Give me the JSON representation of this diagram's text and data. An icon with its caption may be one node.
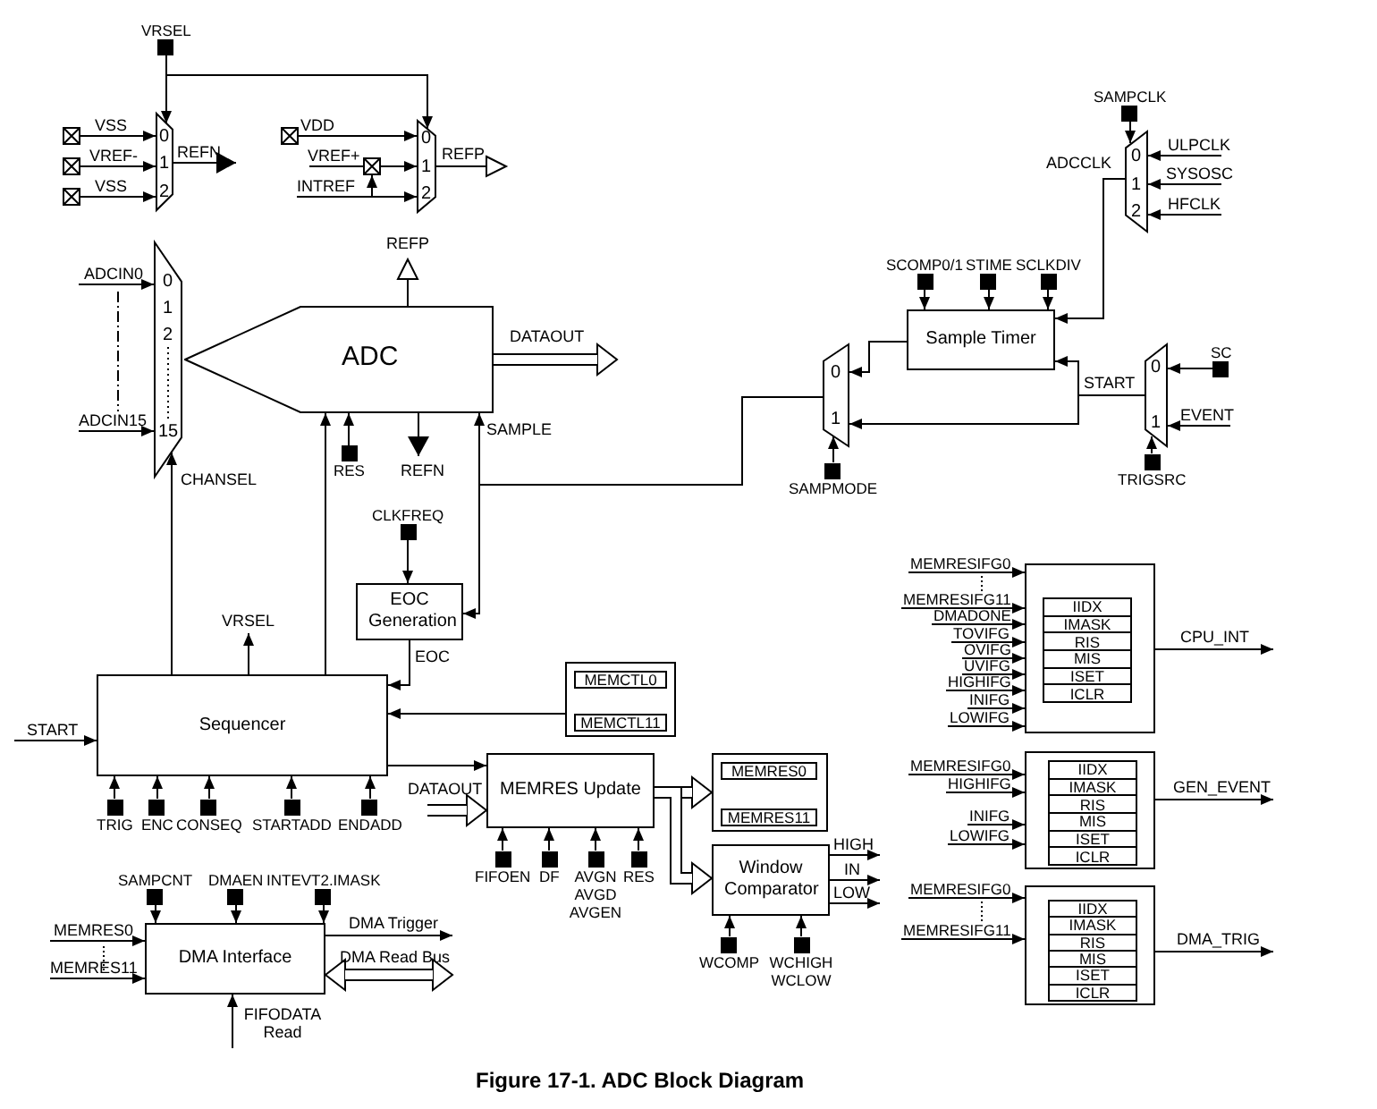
{
  "diagram": {
    "caption": "Figure 17-1. ADC Block Diagram",
    "nodes": [
      {
        "text": [
          "VRSEL"
        ]
      },
      {
        "text": [
          "0",
          "1",
          "2"
        ]
      },
      {
        "text": [],
        "shape": "box"
      },
      {
        "text": [],
        "shape": "box"
      },
      {
        "text": [],
        "shape": "box"
      },
      {
        "text": [
          "0",
          "1",
          "2"
        ]
      },
      {
        "text": [],
        "shape": "box"
      },
      {
        "text": [],
        "shape": "box"
      },
      {
        "text": [
          "0",
          "1",
          "2",
          "15"
        ]
      },
      {
        "text": [
          "ADC"
        ]
      },
      {
        "text": [
          "RES"
        ]
      },
      {
        "text": [
          "SAMPCLK"
        ]
      },
      {
        "text": [
          "0",
          "1",
          "2"
        ]
      },
      {
        "text": [
          "Sample Timer"
        ]
      },
      {
        "text": [
          "SCOMP0/1"
        ]
      },
      {
        "text": [
          "STIME"
        ]
      },
      {
        "text": [
          "SCLKDIV"
        ]
      },
      {
        "text": [
          "0",
          "1"
        ]
      },
      {
        "text": [
          "SAMPMODE"
        ]
      },
      {
        "text": [
          "0",
          "1"
        ]
      },
      {
        "text": [
          "SC"
        ]
      },
      {
        "text": [
          "TRIGSRC"
        ]
      },
      {
        "text": [
          "CLKFREQ"
        ]
      },
      {
        "text": [
          "EOC Generation"
        ]
      },
      {
        "text": [
          "Sequencer"
        ]
      },
      {
        "text": [
          "TRIG"
        ]
      },
      {
        "text": [
          "ENC"
        ]
      },
      {
        "text": [
          "CONSEQ"
        ]
      },
      {
        "text": [
          "STARTADD"
        ]
      },
      {
        "text": [
          "ENDADD"
        ]
      },
      {
        "text": [],
        "shape": "box"
      },
      {
        "text": [
          "MEMCTL0"
        ],
        "in": 30
      },
      {
        "text": [
          "MEMCTL11"
        ],
        "in": 30
      },
      {
        "text": [
          "MEMRES Update"
        ]
      },
      {
        "text": [
          "FIFOEN"
        ]
      },
      {
        "text": [
          "DF"
        ]
      },
      {
        "text": [
          "AVGN AVGD AVGEN"
        ]
      },
      {
        "text": [
          "RES"
        ]
      },
      {
        "text": [],
        "shape": "box"
      },
      {
        "text": [
          "MEMRES0"
        ],
        "in": 38
      },
      {
        "text": [
          "MEMRES11"
        ],
        "in": 38
      },
      {
        "text": [
          "Window Comparator"
        ]
      },
      {
        "text": [
          "WCOMP"
        ]
      },
      {
        "text": [
          "WCHIGH WCLOW"
        ]
      },
      {
        "text": [
          "DMA Interface"
        ]
      },
      {
        "text": [
          "SAMPCNT"
        ]
      },
      {
        "text": [
          "DMAEN"
        ]
      },
      {
        "text": [
          "INTEVT2.IMASK"
        ]
      },
      {
        "text": [],
        "shape": "box"
      },
      {
        "text": [
          "IIDX"
        ],
        "in": 48
      },
      {
        "text": [
          "IMASK"
        ],
        "in": 48
      },
      {
        "text": [
          "RIS"
        ],
        "in": 48
      },
      {
        "text": [
          "MIS"
        ],
        "in": 48
      },
      {
        "text": [
          "ISET"
        ],
        "in": 48
      },
      {
        "text": [
          "ICLR"
        ],
        "in": 48
      },
      {
        "text": [],
        "shape": "box"
      },
      {
        "text": [
          "IIDX"
        ],
        "in": 55
      },
      {
        "text": [
          "IMASK"
        ],
        "in": 55
      },
      {
        "text": [
          "RIS"
        ],
        "in": 55
      },
      {
        "text": [
          "MIS"
        ],
        "in": 55
      },
      {
        "text": [
          "ISET"
        ],
        "in": 55
      },
      {
        "text": [
          "ICLR"
        ],
        "in": 55
      },
      {
        "text": [],
        "shape": "box"
      },
      {
        "text": [
          "IIDX"
        ],
        "in": 62
      },
      {
        "text": [
          "IMASK"
        ],
        "in": 62
      },
      {
        "text": [
          "RIS"
        ],
        "in": 62
      },
      {
        "text": [
          "MIS"
        ],
        "in": 62
      },
      {
        "text": [
          "ISET"
        ],
        "in": 62
      },
      {
        "text": [
          "ICLR"
        ],
        "in": 62
      }
    ],
    "edges": [
      {
        "from": 0,
        "to": 1,
        "arrow": "to"
      },
      {
        "from": 0,
        "to": 5,
        "arrow": "to"
      },
      {
        "from": 2,
        "to": 1,
        "arrow": "to",
        "label": "VSS"
      },
      {
        "from": 3,
        "to": 1,
        "arrow": "to",
        "label": "VREF-"
      },
      {
        "from": 4,
        "to": 1,
        "arrow": "to",
        "label": "VSS"
      },
      {
        "from": 1,
        "to": null,
        "arrow": "to",
        "label": "REFN"
      },
      {
        "from": 6,
        "to": 5,
        "arrow": "to",
        "label": "VDD"
      },
      {
        "from": null,
        "to": 7,
        "arrow": "none",
        "label": "VREF+"
      },
      {
        "from": 7,
        "to": 5,
        "arrow": "to"
      },
      {
        "from": null,
        "to": 5,
        "arrow": "to",
        "label": "INTREF"
      },
      {
        "from": null,
        "to": 7,
        "arrow": "to"
      },
      {
        "from": 5,
        "to": null,
        "arrow": "to",
        "label": "REFP"
      },
      {
        "from": null,
        "to": 8,
        "arrow": "to",
        "label": "ADCIN0"
      },
      {
        "from": null,
        "to": 8,
        "arrow": "to",
        "label": "ADCIN15"
      },
      {
        "from": 24,
        "to": 8,
        "arrow": "to",
        "label": "CHANSEL"
      },
      {
        "from": 24,
        "to": 9,
        "arrow": "to"
      },
      {
        "from": 10,
        "to": 9,
        "arrow": "to"
      },
      {
        "from": 9,
        "to": null,
        "arrow": "to",
        "label": "REFN"
      },
      {
        "from": 9,
        "to": null,
        "arrow": "to",
        "label": "REFP"
      },
      {
        "from": 9,
        "to": null,
        "arrow": "to",
        "label": "DATAOUT",
        "style": "thick"
      },
      {
        "from": 17,
        "to": 9,
        "arrow": "to",
        "label": "SAMPLE"
      },
      {
        "from": 17,
        "to": 23,
        "arrow": "to"
      },
      {
        "from": 11,
        "to": 12,
        "arrow": "to"
      },
      {
        "from": null,
        "to": 12,
        "arrow": "to",
        "label": "ULPCLK"
      },
      {
        "from": null,
        "to": 12,
        "arrow": "to",
        "label": "SYSOSC"
      },
      {
        "from": null,
        "to": 12,
        "arrow": "to",
        "label": "HFCLK"
      },
      {
        "from": 12,
        "to": 13,
        "arrow": "to",
        "label": "ADCCLK"
      },
      {
        "from": 14,
        "to": 13,
        "arrow": "to"
      },
      {
        "from": 15,
        "to": 13,
        "arrow": "to"
      },
      {
        "from": 16,
        "to": 13,
        "arrow": "to"
      },
      {
        "from": 13,
        "to": 17,
        "arrow": "to"
      },
      {
        "from": 19,
        "to": 17,
        "arrow": "to",
        "label": "START"
      },
      {
        "from": 19,
        "to": 13,
        "arrow": "to"
      },
      {
        "from": 18,
        "to": 17,
        "arrow": "to"
      },
      {
        "from": 20,
        "to": 19,
        "arrow": "to"
      },
      {
        "from": null,
        "to": 19,
        "arrow": "to",
        "label": "EVENT"
      },
      {
        "from": 21,
        "to": 19,
        "arrow": "to"
      },
      {
        "from": 22,
        "to": 23,
        "arrow": "to"
      },
      {
        "from": 23,
        "to": 24,
        "arrow": "to",
        "label": "EOC"
      },
      {
        "from": 24,
        "to": null,
        "arrow": "to",
        "label": "VRSEL"
      },
      {
        "from": null,
        "to": 24,
        "arrow": "to",
        "label": "START"
      },
      {
        "from": 25,
        "to": 24,
        "arrow": "to"
      },
      {
        "from": 26,
        "to": 24,
        "arrow": "to"
      },
      {
        "from": 27,
        "to": 24,
        "arrow": "to"
      },
      {
        "from": 28,
        "to": 24,
        "arrow": "to"
      },
      {
        "from": 29,
        "to": 24,
        "arrow": "to"
      },
      {
        "from": 30,
        "to": 24,
        "arrow": "to"
      },
      {
        "from": 24,
        "to": 33,
        "arrow": "to"
      },
      {
        "from": null,
        "to": 33,
        "arrow": "to",
        "label": "DATAOUT",
        "style": "thick"
      },
      {
        "from": 34,
        "to": 33,
        "arrow": "to"
      },
      {
        "from": 35,
        "to": 33,
        "arrow": "to"
      },
      {
        "from": 36,
        "to": 33,
        "arrow": "to"
      },
      {
        "from": 37,
        "to": 33,
        "arrow": "to"
      },
      {
        "from": 33,
        "to": 38,
        "arrow": "to",
        "style": "thick"
      },
      {
        "from": 33,
        "to": 41,
        "arrow": "to",
        "style": "thick"
      },
      {
        "from": 41,
        "to": null,
        "arrow": "to",
        "label": "HIGH"
      },
      {
        "from": 41,
        "to": null,
        "arrow": "to",
        "label": "IN"
      },
      {
        "from": 41,
        "to": null,
        "arrow": "to",
        "label": "LOW"
      },
      {
        "from": 42,
        "to": 41,
        "arrow": "to"
      },
      {
        "from": 43,
        "to": 41,
        "arrow": "to"
      },
      {
        "from": 45,
        "to": 44,
        "arrow": "to"
      },
      {
        "from": 46,
        "to": 44,
        "arrow": "to"
      },
      {
        "from": 47,
        "to": 44,
        "arrow": "to"
      },
      {
        "from": null,
        "to": 44,
        "arrow": "to",
        "label": "MEMRES0"
      },
      {
        "from": null,
        "to": 44,
        "arrow": "to",
        "label": "MEMRES11"
      },
      {
        "from": 44,
        "to": null,
        "arrow": "to",
        "label": "DMA Trigger"
      },
      {
        "from": 44,
        "to": null,
        "arrow": "both",
        "label": "DMA Read Bus",
        "style": "thick"
      },
      {
        "from": null,
        "to": 44,
        "arrow": "to",
        "label": "FIFODATA Read"
      },
      {
        "from": null,
        "to": 48,
        "arrow": "to",
        "label": "MEMRESIFG0"
      },
      {
        "from": null,
        "to": 48,
        "arrow": "to",
        "label": "MEMRESIFG11"
      },
      {
        "from": null,
        "to": 48,
        "arrow": "to",
        "label": "DMADONE"
      },
      {
        "from": null,
        "to": 48,
        "arrow": "to",
        "label": "TOVIFG"
      },
      {
        "from": null,
        "to": 48,
        "arrow": "to",
        "label": "OVIFG"
      },
      {
        "from": null,
        "to": 48,
        "arrow": "to",
        "label": "UVIFG"
      },
      {
        "from": null,
        "to": 48,
        "arrow": "to",
        "label": "HIGHIFG"
      },
      {
        "from": null,
        "to": 48,
        "arrow": "to",
        "label": "INIFG"
      },
      {
        "from": null,
        "to": 48,
        "arrow": "to",
        "label": "LOWIFG"
      },
      {
        "from": 48,
        "to": null,
        "arrow": "to",
        "label": "CPU_INT"
      },
      {
        "from": null,
        "to": 55,
        "arrow": "to",
        "label": "MEMRESIFG0"
      },
      {
        "from": null,
        "to": 55,
        "arrow": "to",
        "label": "HIGHIFG"
      },
      {
        "from": null,
        "to": 55,
        "arrow": "to",
        "label": "INIFG"
      },
      {
        "from": null,
        "to": 55,
        "arrow": "to",
        "label": "LOWIFG"
      },
      {
        "from": 55,
        "to": null,
        "arrow": "to",
        "label": "GEN_EVENT"
      },
      {
        "from": null,
        "to": 62,
        "arrow": "to",
        "label": "MEMRESIFG0"
      },
      {
        "from": null,
        "to": 62,
        "arrow": "to",
        "label": "MEMRESIFG11"
      },
      {
        "from": 62,
        "to": null,
        "arrow": "to",
        "label": "DMA_TRIG"
      }
    ]
  }
}
